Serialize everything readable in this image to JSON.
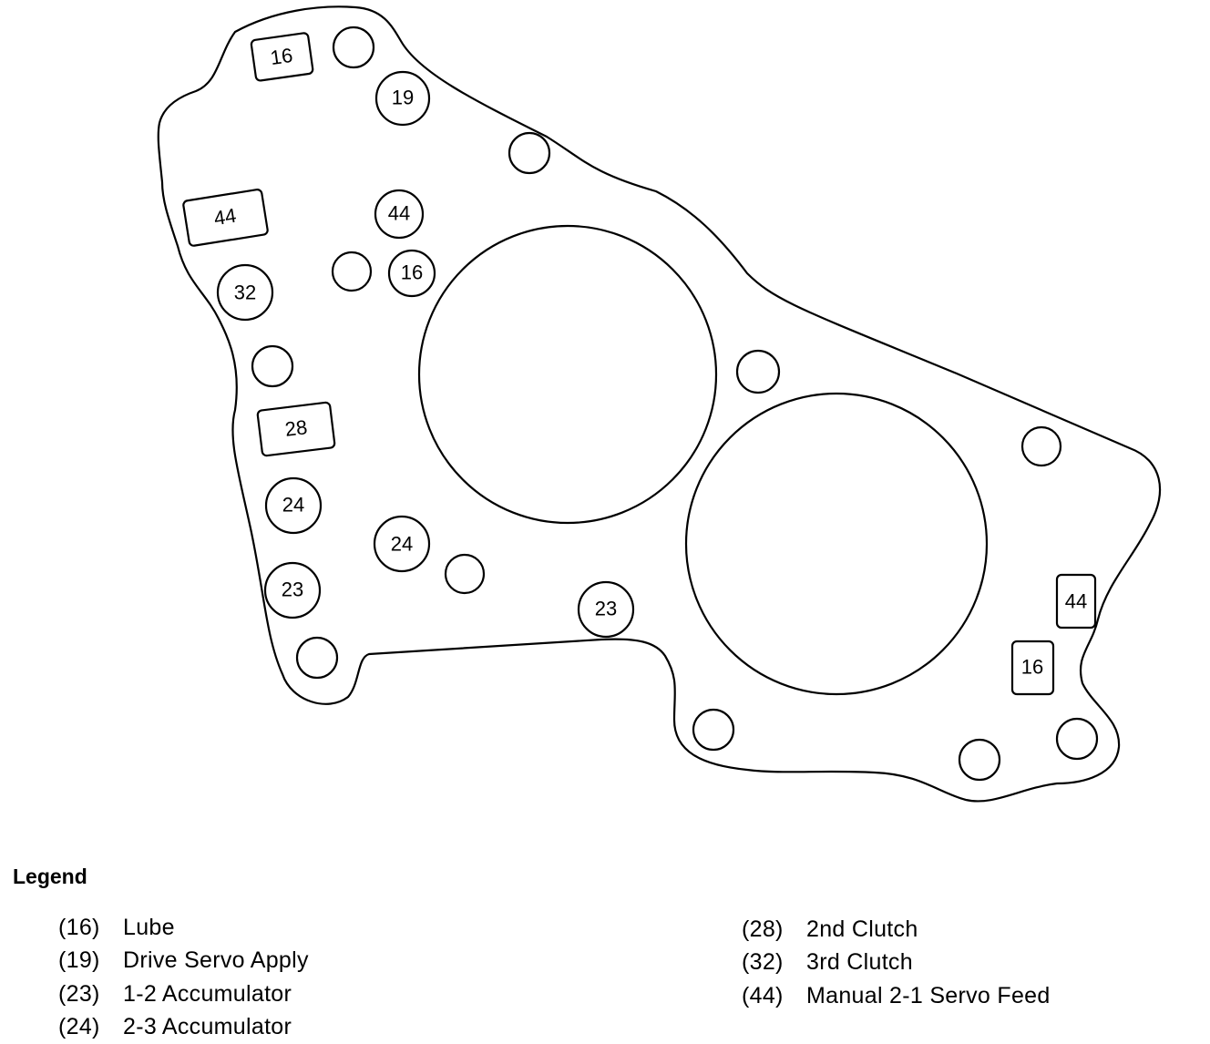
{
  "legend": {
    "title": "Legend",
    "items": [
      {
        "code": "(16)",
        "label": "Lube"
      },
      {
        "code": "(19)",
        "label": "Drive Servo Apply"
      },
      {
        "code": "(23)",
        "label": "1-2 Accumulator"
      },
      {
        "code": "(24)",
        "label": "2-3 Accumulator"
      },
      {
        "code": "(28)",
        "label": "2nd Clutch"
      },
      {
        "code": "(32)",
        "label": "3rd Clutch"
      },
      {
        "code": "(44)",
        "label": "Manual 2-1 Servo Feed"
      }
    ]
  },
  "diagram": {
    "line_color": "#000000",
    "passage_labels": {
      "lube_top_rect": "16",
      "drive_servo_circle": "19",
      "servo_feed_left_rect": "44",
      "servo_feed_circle": "44",
      "lube_circle": "16",
      "third_clutch_circle": "32",
      "second_clutch_rect": "28",
      "accumulator_23_left": "24",
      "accumulator_23_center": "24",
      "accumulator_12_left": "23",
      "accumulator_12_bottom": "23",
      "servo_feed_right_rect": "44",
      "lube_right_rect": "16"
    }
  }
}
